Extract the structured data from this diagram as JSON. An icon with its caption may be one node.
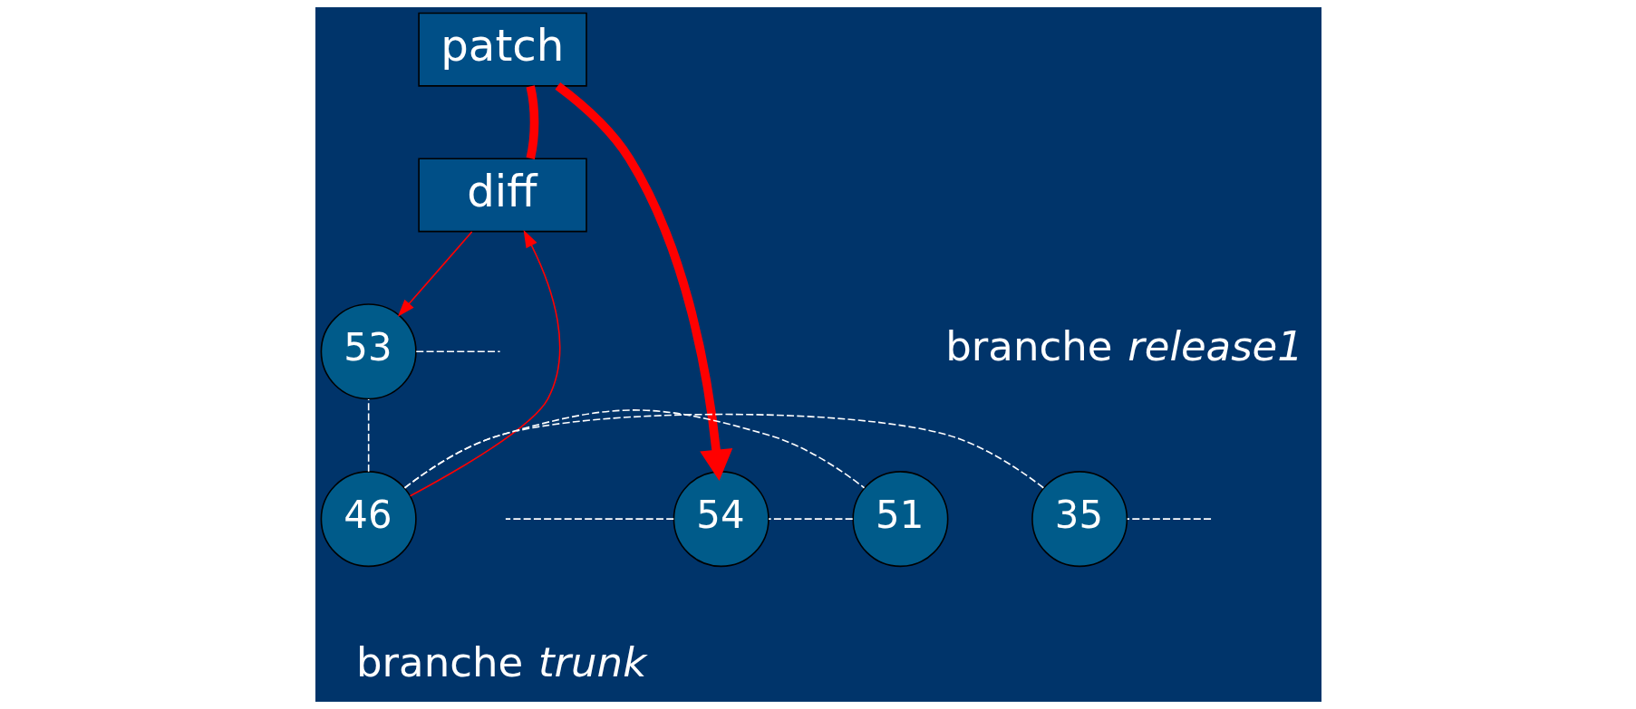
{
  "diagram": {
    "nodes": [
      {
        "text": [
          "patch"
        ]
      },
      {
        "text": [
          "diff"
        ]
      },
      {
        "text": [
          "53"
        ]
      },
      {
        "text": [
          "35"
        ]
      },
      {
        "text": [
          "46"
        ]
      },
      {
        "text": [
          "51"
        ]
      },
      {
        "text": [
          "54"
        ]
      }
    ],
    "edges": [
      {
        "from": 4,
        "to": 1,
        "arrow": "to",
        "color": "#ff0000"
      },
      {
        "from": 1,
        "to": 2,
        "arrow": "to",
        "color": "#ff0000"
      },
      {
        "from": 1,
        "to": 0,
        "arrow": "none",
        "style": "thick",
        "color": "#ff0000"
      },
      {
        "from": 0,
        "to": 6,
        "arrow": "to",
        "style": "thick",
        "color": "#ff0000"
      },
      {
        "from": null,
        "to": 3,
        "arrow": "none",
        "style": "dashed"
      },
      {
        "from": 3,
        "to": 4,
        "arrow": "none",
        "style": "dashed"
      },
      {
        "from": 4,
        "to": 5,
        "arrow": "none",
        "style": "dashed"
      },
      {
        "from": 5,
        "to": 6,
        "arrow": "none",
        "style": "dashed"
      },
      {
        "from": 6,
        "to": null,
        "arrow": "none",
        "style": "dashed"
      },
      {
        "from": 4,
        "to": 2,
        "arrow": "none",
        "style": "dashed"
      },
      {
        "from": 2,
        "to": null,
        "arrow": "none",
        "style": "dashed"
      }
    ],
    "labels": [
      "branche *release1*",
      "branche *trunk*"
    ]
  }
}
